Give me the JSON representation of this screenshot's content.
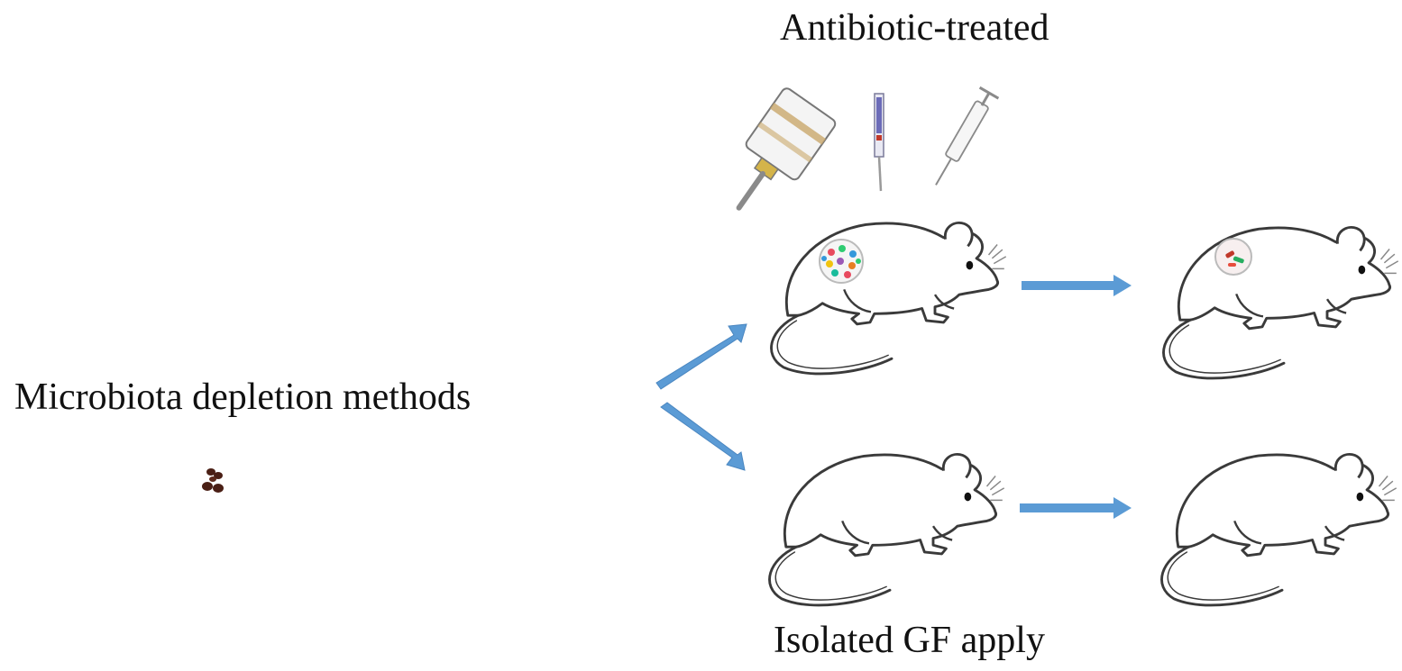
{
  "labels": {
    "antibiotic_treated": "Antibiotic-treated",
    "microbiota_depletion_methods": "Microbiota depletion methods",
    "isolated_gf_apply": "Isolated GF apply"
  },
  "icons": {
    "water_bottle": "water-bottle-icon",
    "gavage_needle": "oral-gavage-needle-icon",
    "syringe": "syringe-icon",
    "mouse": "mouse-icon",
    "arrow": "arrow-icon"
  },
  "colors": {
    "arrow": "#5b9bd5",
    "outline": "#3a3a3a",
    "feces": "#4a1f15",
    "gut_dots": [
      "#e84a5f",
      "#2ecc71",
      "#3498db",
      "#f1c40f",
      "#9b59b6",
      "#e67e22",
      "#1abc9c"
    ]
  }
}
